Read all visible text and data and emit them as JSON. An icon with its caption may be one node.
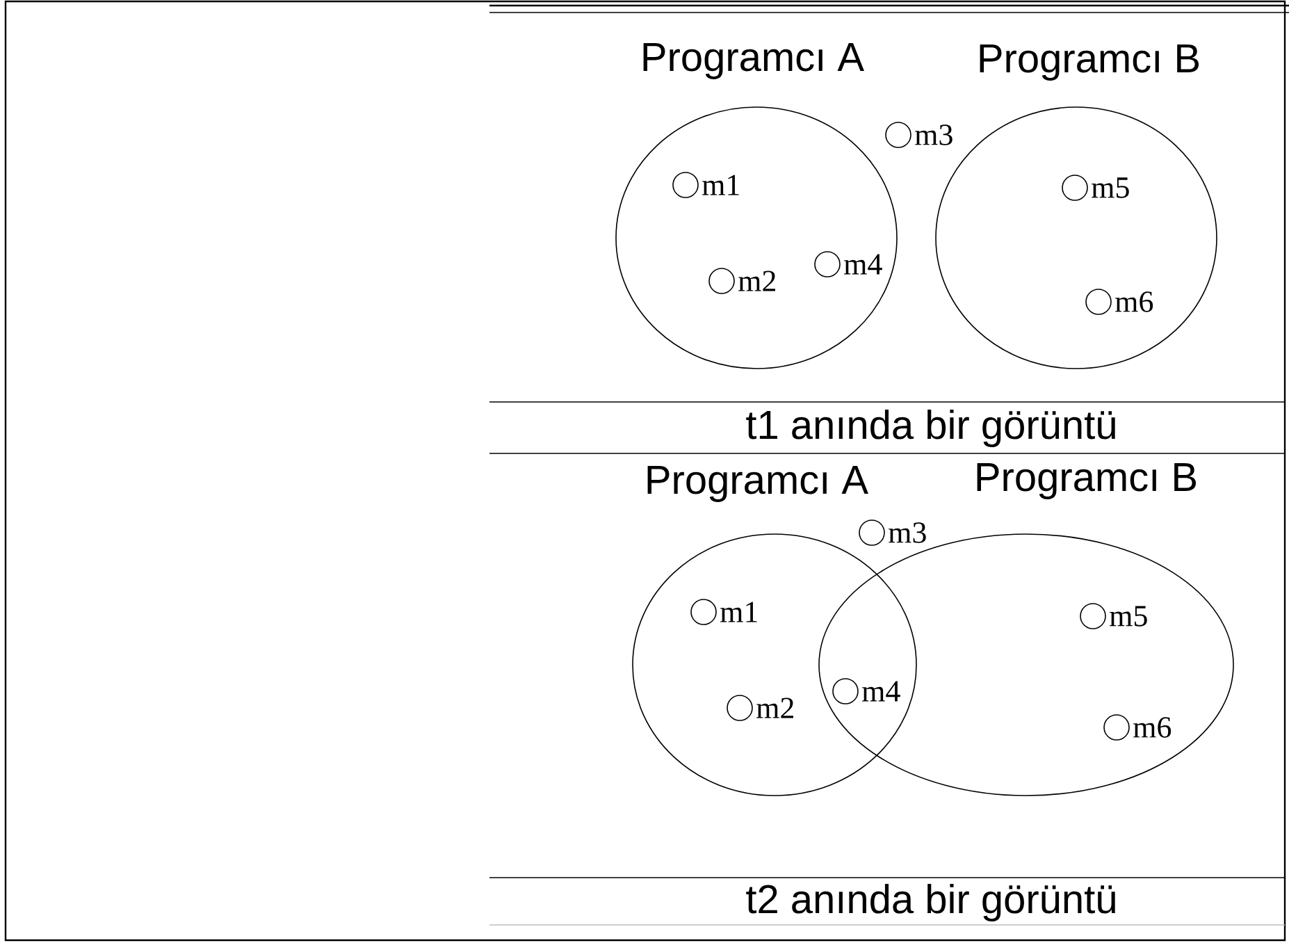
{
  "diagram": {
    "nodes": [
      {
        "text": [
          "Programcı A"
        ]
      },
      {
        "text": [],
        "shape": "circle",
        "beside": [
          "m1"
        ],
        "in": 0
      },
      {
        "text": [],
        "shape": "circle",
        "beside": [
          "m2"
        ],
        "in": 0
      },
      {
        "text": [],
        "shape": "circle",
        "beside": [
          "m4"
        ],
        "in": 0
      },
      {
        "text": [],
        "shape": "circle",
        "beside": [
          "m3"
        ]
      },
      {
        "text": [
          "Programcı B"
        ]
      },
      {
        "text": [],
        "shape": "circle",
        "beside": [
          "m5"
        ],
        "in": 5
      },
      {
        "text": [],
        "shape": "circle",
        "beside": [
          "m6"
        ],
        "in": 5
      },
      {
        "text": [
          "Programcı A"
        ]
      },
      {
        "text": [],
        "shape": "circle",
        "beside": [
          "m1"
        ],
        "in": 8
      },
      {
        "text": [],
        "shape": "circle",
        "beside": [
          "m2"
        ],
        "in": 8
      },
      {
        "text": [],
        "shape": "circle",
        "beside": [
          "m4"
        ]
      },
      {
        "text": [],
        "shape": "circle",
        "beside": [
          "m3"
        ]
      },
      {
        "text": [
          "Programcı B"
        ]
      },
      {
        "text": [],
        "shape": "circle",
        "beside": [
          "m5"
        ],
        "in": 13
      },
      {
        "text": [],
        "shape": "circle",
        "beside": [
          "m6"
        ],
        "in": 13
      }
    ],
    "labels": [
      "t1 anında bir görüntü",
      "t2 anında bir görüntü"
    ]
  }
}
